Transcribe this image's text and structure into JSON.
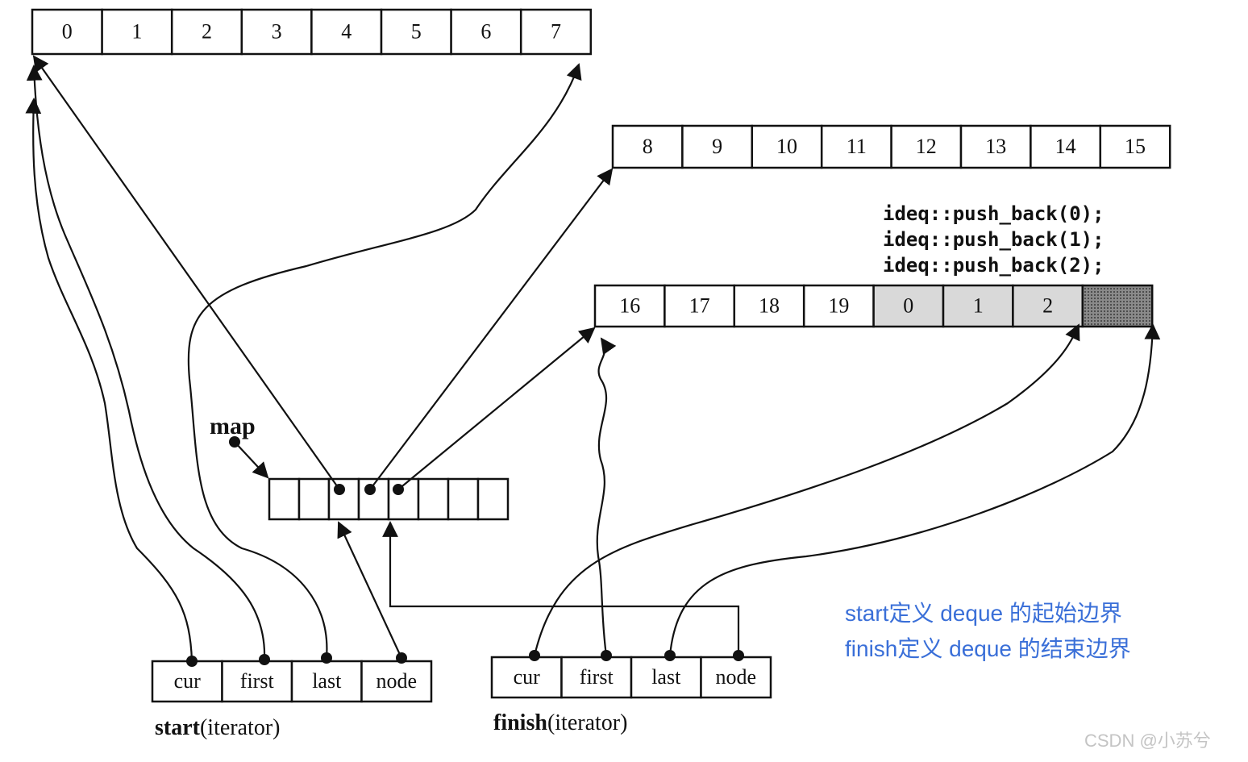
{
  "buffers": [
    {
      "cells": [
        "0",
        "1",
        "2",
        "3",
        "4",
        "5",
        "6",
        "7"
      ]
    },
    {
      "cells": [
        "8",
        "9",
        "10",
        "11",
        "12",
        "13",
        "14",
        "15"
      ]
    },
    {
      "cells": [
        "16",
        "17",
        "18",
        "19",
        "0",
        "1",
        "2",
        ""
      ],
      "shaded_cells": [
        4,
        5,
        6
      ],
      "dark_cell": 7
    }
  ],
  "code_lines": [
    "ideq::push_back(0);",
    "ideq::push_back(1);",
    "ideq::push_back(2);"
  ],
  "map": {
    "label": "map",
    "slots": 8
  },
  "start": {
    "name": "start",
    "suffix": "(iterator)",
    "fields": [
      "cur",
      "first",
      "last",
      "node"
    ]
  },
  "finish": {
    "name": "finish",
    "suffix": "(iterator)",
    "fields": [
      "cur",
      "first",
      "last",
      "node"
    ]
  },
  "notes": [
    "start定义 deque 的起始边界",
    "finish定义 deque 的结束边界"
  ],
  "watermark": "CSDN @小苏兮",
  "colors": {
    "note": "#3a6fd8",
    "ink": "#111111",
    "shade": "#d9d9d9",
    "dark_shade": "#7a7a7a"
  }
}
